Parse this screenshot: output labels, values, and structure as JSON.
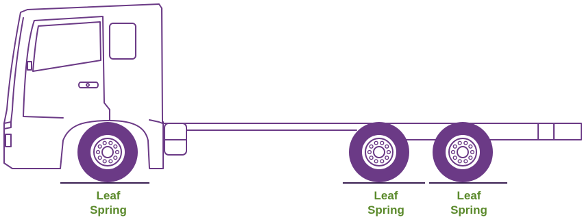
{
  "colors": {
    "outline": "#6b3a86",
    "tire": "#6b3a86",
    "hub": "#6b3a86",
    "ground": "#3a1f52",
    "label": "#5b8a2c"
  },
  "axles": [
    {
      "line1": "Leaf",
      "line2": "Spring"
    },
    {
      "line1": "Leaf",
      "line2": "Spring"
    },
    {
      "line1": "Leaf",
      "line2": "Spring"
    }
  ]
}
